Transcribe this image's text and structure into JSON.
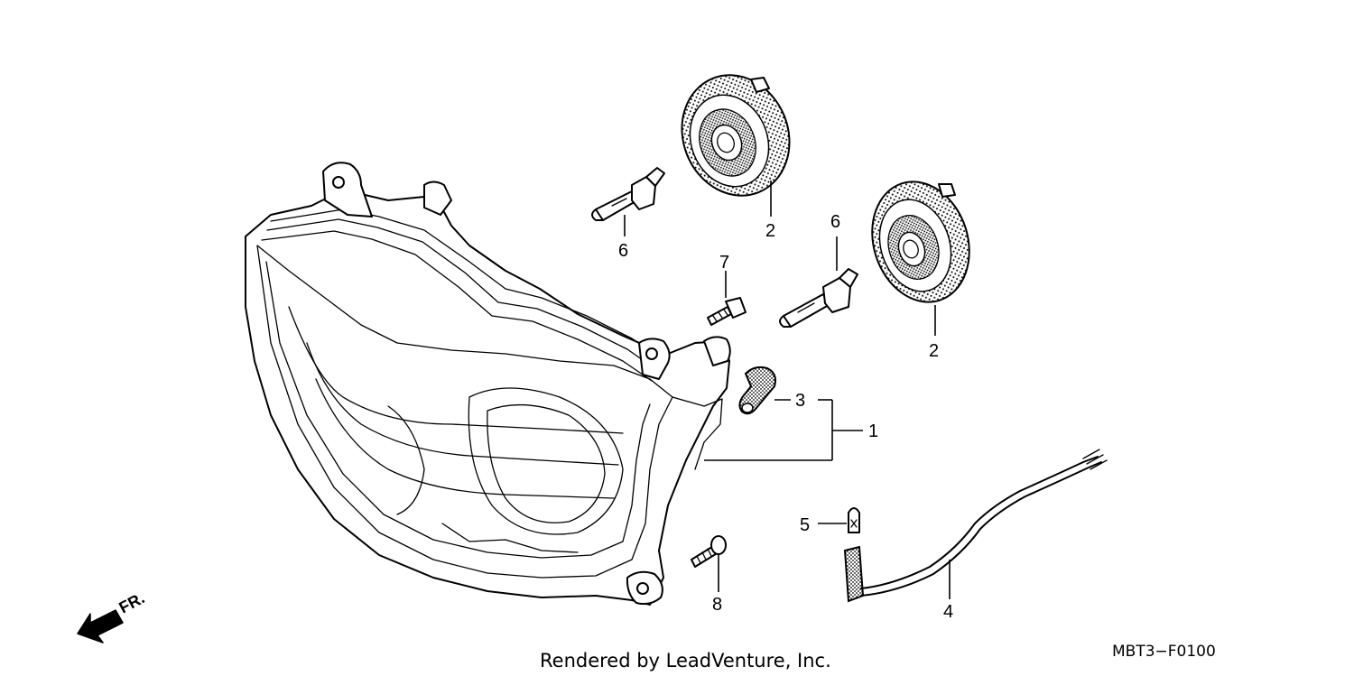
{
  "diagram": {
    "callouts": {
      "c1": "1",
      "c2a": "2",
      "c2b": "2",
      "c3": "3",
      "c4": "4",
      "c5": "5",
      "c6a": "6",
      "c6b": "6",
      "c7": "7",
      "c8": "8"
    },
    "front_indicator": "FR.",
    "diagram_code": "MBT3−F0100",
    "footer_text": "Rendered by LeadVenture, Inc."
  }
}
